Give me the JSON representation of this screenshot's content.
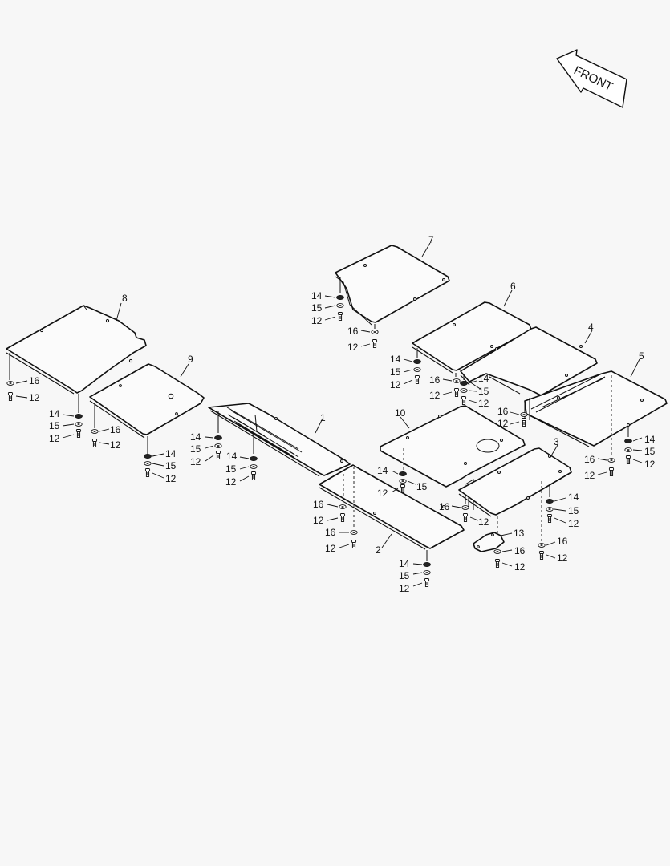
{
  "direction_label": "FRONT",
  "callouts": {
    "c1": "1",
    "c2": "2",
    "c3": "3",
    "c4": "4",
    "c5": "5",
    "c6": "6",
    "c7": "7",
    "c8": "8",
    "c9": "9",
    "c10": "10",
    "c12": "12",
    "c13": "13",
    "c14": "14",
    "c15": "15",
    "c16": "16"
  }
}
